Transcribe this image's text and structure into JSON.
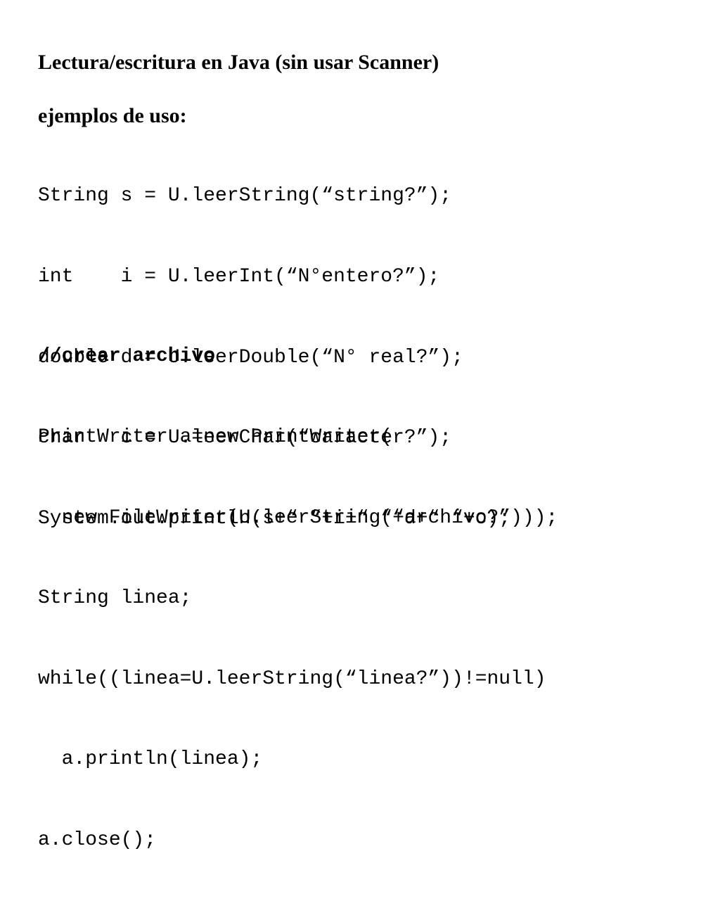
{
  "slide": {
    "title": "Lectura/escritura en Java (sin usar Scanner)",
    "subtitle": "ejemplos de uso:",
    "code_block_1": [
      "String s = U.leerString(“string?”);",
      "int    i = U.leerInt(“N°entero?”);",
      "double d = U.leerDouble(“N° real?”);",
      "char   c = U.leerChar(“caracter?”);",
      "System.out.println(s+“ “+i+“ “+d+“ “+c);"
    ],
    "code_block_2": {
      "comment": "//crear archivo",
      "lines": [
        "PrintWriter a=new PrintWriter(",
        "  new FileWriter(U.leerString(“archivo?”)));",
        "String linea;",
        "while((linea=U.leerString(“linea?”))!=null)",
        "  a.println(linea);",
        "a.close();"
      ]
    }
  }
}
